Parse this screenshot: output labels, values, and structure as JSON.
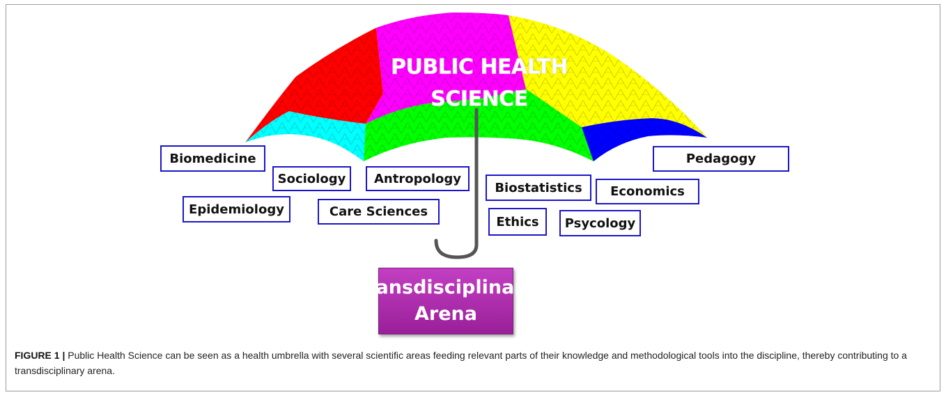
{
  "figure": {
    "umbrella_title_line1": "PUBLIC HEALTH",
    "umbrella_title_line2": "SCIENCE",
    "areas": {
      "biomedicine": "Biomedicine",
      "sociology": "Sociology",
      "antropology": "Antropology",
      "biostatistics": "Biostatistics",
      "economics": "Economics",
      "pedagogy": "Pedagogy",
      "epidemiology": "Epidemiology",
      "care_sciences": "Care Sciences",
      "ethics": "Ethics",
      "psycology": "Psycology"
    },
    "arena_label": "Transdisciplinary\nArena",
    "colors": {
      "red": "#ff0000",
      "magenta": "#ff00ff",
      "yellow": "#ffff00",
      "cyan": "#00ffff",
      "green": "#00ff00",
      "blue": "#0000ff",
      "box_border": "#1a14c8",
      "arena_fill": "#b22db2",
      "handle": "#555555"
    }
  },
  "caption": {
    "label": "FIGURE 1 |",
    "text": "Public Health Science can be seen as a health umbrella with several scientific areas feeding relevant parts of their knowledge and methodological tools into the discipline, thereby contributing to a transdisciplinary arena."
  }
}
